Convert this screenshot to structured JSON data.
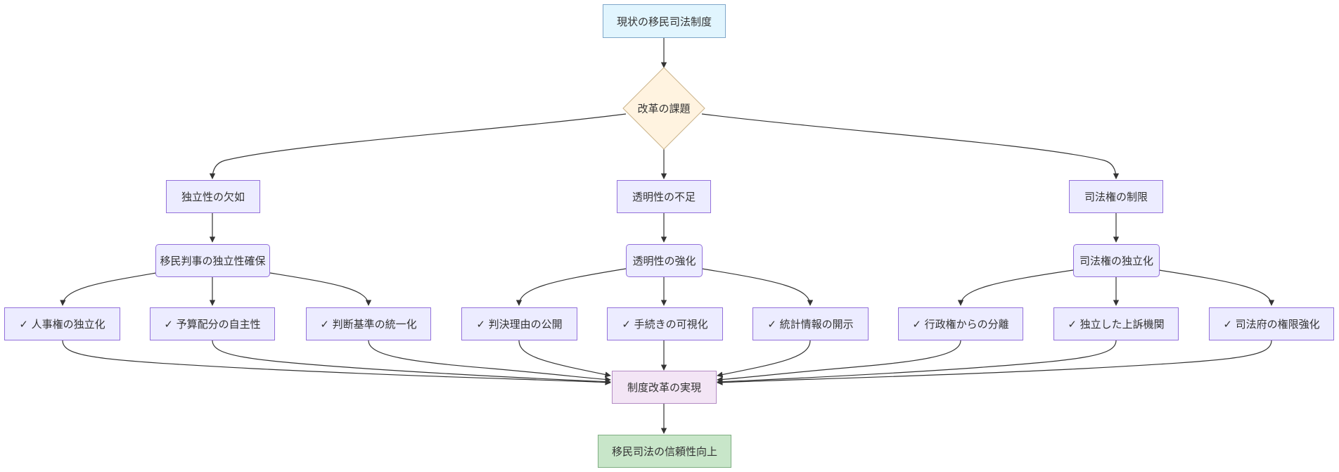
{
  "diagram": {
    "nodes": {
      "current": "現状の移民司法制度",
      "challenge": "改革の課題",
      "independence_lack": "独立性の欠如",
      "transparency_lack": "透明性の不足",
      "judicial_limit": "司法権の制限",
      "independence_secure": "移民判事の独立性確保",
      "transparency_strengthen": "透明性の強化",
      "judicial_independence": "司法権の独立化",
      "personnel": "✓ 人事権の独立化",
      "budget": "✓ 予算配分の自主性",
      "criteria": "✓ 判断基準の統一化",
      "reasons": "✓ 判決理由の公開",
      "procedure": "✓ 手続きの可視化",
      "statistics": "✓ 統計情報の開示",
      "separation": "✓ 行政権からの分離",
      "appeal": "✓ 独立した上訴機関",
      "authority": "✓ 司法府の権限強化",
      "realization": "制度改革の実現",
      "trust": "移民司法の信頼性向上"
    },
    "colors": {
      "default_fill": "#ECECFF",
      "default_stroke": "#9370DB",
      "start_fill": "#E1F5FE",
      "decision_fill": "#FFF3E0",
      "result_fill": "#F3E5F5",
      "final_fill": "#C8E6C9",
      "edge": "#333333"
    }
  }
}
